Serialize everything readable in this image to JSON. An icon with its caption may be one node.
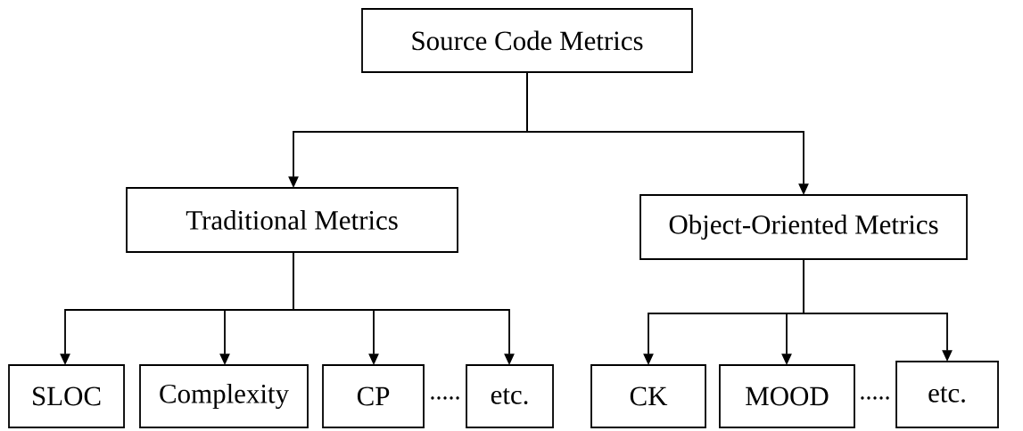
{
  "diagram": {
    "nodes": [
      {
        "text": [
          "Source Code Metrics"
        ]
      },
      {
        "text": [
          "Traditional Metrics"
        ]
      },
      {
        "text": [
          "Object-Oriented Metrics"
        ]
      },
      {
        "text": [
          "SLOC"
        ]
      },
      {
        "text": [
          "Complexity"
        ]
      },
      {
        "text": [
          "CP"
        ]
      },
      {
        "text": [
          "etc."
        ]
      },
      {
        "text": [
          "CK"
        ]
      },
      {
        "text": [
          "MOOD"
        ]
      },
      {
        "text": [
          "etc."
        ]
      }
    ],
    "edges": [
      {
        "from": 0,
        "to": 1,
        "arrow": "to"
      },
      {
        "from": 0,
        "to": 2,
        "arrow": "to"
      },
      {
        "from": 1,
        "to": 3,
        "arrow": "to"
      },
      {
        "from": 1,
        "to": 4,
        "arrow": "to"
      },
      {
        "from": 1,
        "to": 5,
        "arrow": "to"
      },
      {
        "from": 1,
        "to": 6,
        "arrow": "to"
      },
      {
        "from": 2,
        "to": 7,
        "arrow": "to"
      },
      {
        "from": 2,
        "to": 8,
        "arrow": "to"
      },
      {
        "from": 2,
        "to": 9,
        "arrow": "to"
      }
    ],
    "labels": [
      ".....",
      "....."
    ]
  }
}
